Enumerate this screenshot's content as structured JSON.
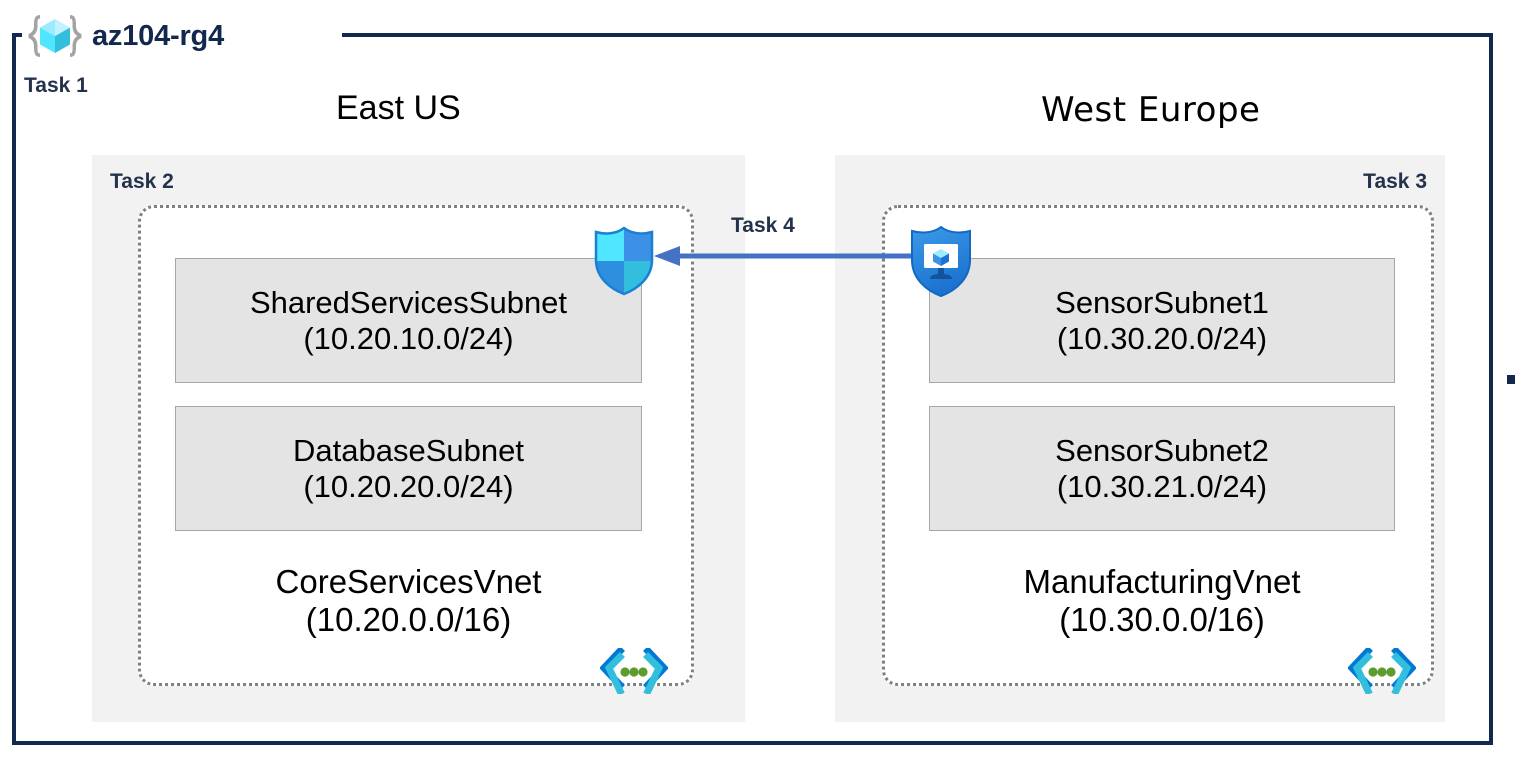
{
  "resource_group": {
    "name": "az104-rg4",
    "icon": "resource-group-icon",
    "task_label": "Task 1",
    "frame_color": "#12284C"
  },
  "regions": [
    {
      "id": "east-us",
      "title": "East US",
      "task_label": "Task 2",
      "task_align": "left",
      "vnet": {
        "name": "CoreServicesVnet",
        "cidr": "(10.20.0.0/16)",
        "icon": "virtual-network-icon",
        "subnets": [
          {
            "name": "SharedServicesSubnet",
            "cidr": "(10.20.10.0/24)"
          },
          {
            "name": "DatabaseSubnet",
            "cidr": "(10.20.20.0/24)"
          }
        ]
      }
    },
    {
      "id": "west-europe",
      "title": "West Europe",
      "task_label": "Task 3",
      "task_align": "right",
      "vnet": {
        "name": "ManufacturingVnet",
        "cidr": "(10.30.0.0/16)",
        "icon": "virtual-network-icon",
        "subnets": [
          {
            "name": "SensorSubnet1",
            "cidr": "(10.30.20.0/24)"
          },
          {
            "name": "SensorSubnet2",
            "cidr": "(10.30.21.0/24)"
          }
        ]
      }
    }
  ],
  "icons": {
    "nsg": "network-security-group-shield-icon",
    "bastion": "bastion-shield-monitor-icon"
  },
  "connection": {
    "task_label": "Task 4",
    "direction": "west-europe-to-east-us",
    "color": "#4472C4"
  },
  "colors": {
    "frame": "#12284C",
    "region_panel": "#F2F2F2",
    "subnet_fill": "#E4E4E4",
    "subnet_border": "#A6A6A6",
    "vnet_border": "#808080",
    "arrow": "#4472C4",
    "task_text": "#23334C",
    "azure_blue": "#0078D4",
    "azure_cyan": "#32BEDD",
    "vnet_dot_green": "#5E9C2E"
  }
}
